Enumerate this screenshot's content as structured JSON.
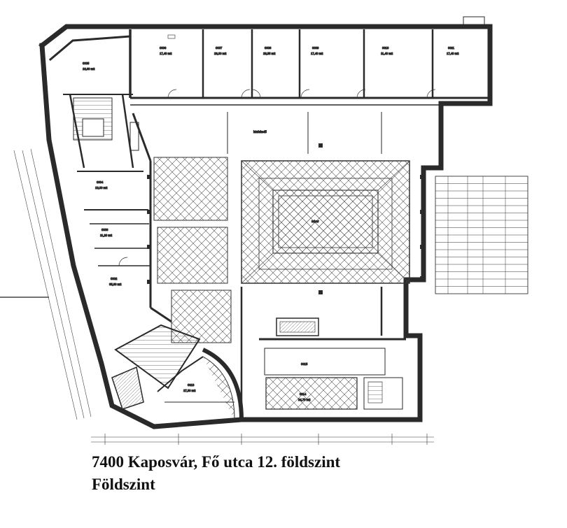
{
  "caption": {
    "line1": "7400 Kaposvár, Fő utca 12. földszint",
    "line2": "Földszint"
  },
  "colors": {
    "ink": "#2a2a2a",
    "paper": "#ffffff",
    "hatch": "#555555"
  },
  "legend_table": {
    "rows": 16,
    "columns": 5
  }
}
